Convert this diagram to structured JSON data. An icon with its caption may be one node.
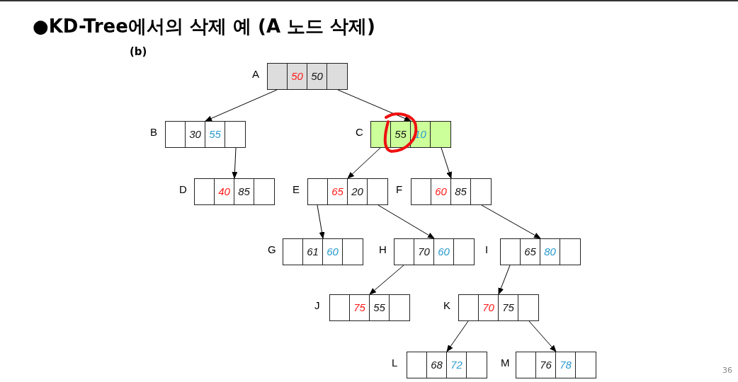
{
  "diagram": {
    "title": "●KD-Tree에서의 삭제 예 (A 노드 삭제)",
    "nodes": [
      {
        "text": [
          "50",
          "50"
        ],
        "beside": [
          "A"
        ]
      },
      {
        "text": [
          "30",
          "55"
        ],
        "beside": [
          "B"
        ]
      },
      {
        "text": [
          "55",
          "10"
        ],
        "beside": [
          "C"
        ]
      },
      {
        "text": [
          "40",
          "85"
        ],
        "beside": [
          "D"
        ]
      },
      {
        "text": [
          "65",
          "20"
        ],
        "beside": [
          "E"
        ]
      },
      {
        "text": [
          "60",
          "85"
        ],
        "beside": [
          "F"
        ]
      },
      {
        "text": [
          "61",
          "60"
        ],
        "beside": [
          "G"
        ]
      },
      {
        "text": [
          "70",
          "60"
        ],
        "beside": [
          "H"
        ]
      },
      {
        "text": [
          "65",
          "80"
        ],
        "beside": [
          "I"
        ]
      },
      {
        "text": [
          "75",
          "55"
        ],
        "beside": [
          "J"
        ]
      },
      {
        "text": [
          "70",
          "75"
        ],
        "beside": [
          "K"
        ]
      },
      {
        "text": [
          "68",
          "72"
        ],
        "beside": [
          "L"
        ]
      },
      {
        "text": [
          "76",
          "78"
        ],
        "beside": [
          "M"
        ]
      }
    ],
    "edges": [
      {
        "from": 0,
        "to": 1,
        "arrow": "to"
      },
      {
        "from": 0,
        "to": 2,
        "arrow": "to"
      },
      {
        "from": 1,
        "to": 3,
        "arrow": "to"
      },
      {
        "from": 2,
        "to": 4,
        "arrow": "to"
      },
      {
        "from": 2,
        "to": 5,
        "arrow": "to"
      },
      {
        "from": 4,
        "to": 6,
        "arrow": "to"
      },
      {
        "from": 4,
        "to": 7,
        "arrow": "to"
      },
      {
        "from": 5,
        "to": 8,
        "arrow": "to"
      },
      {
        "from": 7,
        "to": 9,
        "arrow": "to"
      },
      {
        "from": 8,
        "to": 10,
        "arrow": "to"
      },
      {
        "from": 10,
        "to": 11,
        "arrow": "to"
      },
      {
        "from": 10,
        "to": 12,
        "arrow": "to"
      }
    ],
    "labels": [
      "(b)",
      "36"
    ]
  }
}
